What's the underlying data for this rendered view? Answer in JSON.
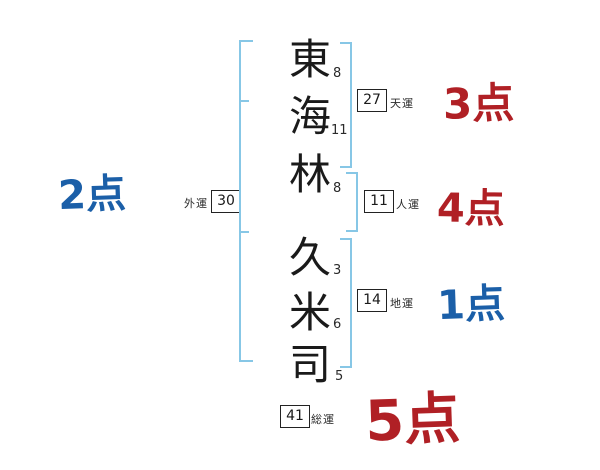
{
  "name": {
    "chars": [
      {
        "char": "東",
        "strokes": "8"
      },
      {
        "char": "海",
        "strokes": "11"
      },
      {
        "char": "林",
        "strokes": "8"
      },
      {
        "char": "久",
        "strokes": "3"
      },
      {
        "char": "米",
        "strokes": "6"
      },
      {
        "char": "司",
        "strokes": "5"
      }
    ]
  },
  "fortunes": {
    "outer": {
      "label": "外運",
      "value": "30"
    },
    "heaven": {
      "label": "天運",
      "value": "27"
    },
    "person": {
      "label": "人運",
      "value": "11"
    },
    "earth": {
      "label": "地運",
      "value": "14"
    },
    "total": {
      "label": "総運",
      "value": "41"
    }
  },
  "scores": {
    "outer": "2点",
    "heaven": "3点",
    "person": "4点",
    "earth": "1点",
    "total": "5点"
  },
  "colors": {
    "score_blue": "#1b5fa8",
    "score_red": "#b02025",
    "bracket_blue": "#87c7e6",
    "ink": "#1a1a1a"
  }
}
